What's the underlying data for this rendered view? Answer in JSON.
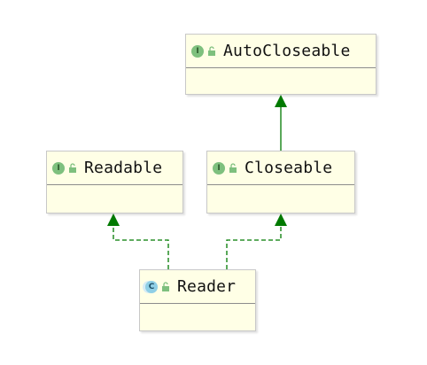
{
  "nodes": {
    "autocloseable": {
      "kind": "interface",
      "badge": "I",
      "label": "AutoCloseable"
    },
    "readable": {
      "kind": "interface",
      "badge": "I",
      "label": "Readable"
    },
    "closeable": {
      "kind": "interface",
      "badge": "I",
      "label": "Closeable"
    },
    "reader": {
      "kind": "class",
      "badge": "C",
      "label": "Reader"
    }
  },
  "colors": {
    "arrow": "#007a00",
    "node_fill": "#ffffe6",
    "interface_badge": "#7ec07e",
    "class_badge": "#8fcfe6"
  }
}
